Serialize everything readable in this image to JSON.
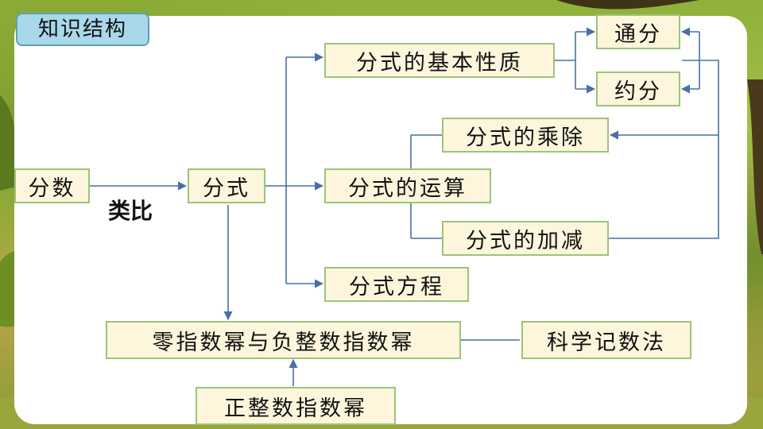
{
  "header": {
    "title": "知识结构"
  },
  "nodes": {
    "fenshu": "分数",
    "fenshi": "分式",
    "jibenxingzhi": "分式的基本性质",
    "tongfen": "通分",
    "yuefen": "约分",
    "chengchu": "分式的乘除",
    "yunsuan": "分式的运算",
    "jiajian": "分式的加减",
    "fangcheng": "分式方程",
    "lingzhi": "零指数幂与负整数指数幂",
    "kexue": "科学记数法",
    "zhengzheng": "正整数指数幂"
  },
  "edge_labels": {
    "leibi": "类比"
  },
  "colors": {
    "arrow": "#4a6fa5",
    "node_fill": "#fdf6dc",
    "node_border": "#9cc47a",
    "tab_fill": "#a8d8ea"
  }
}
